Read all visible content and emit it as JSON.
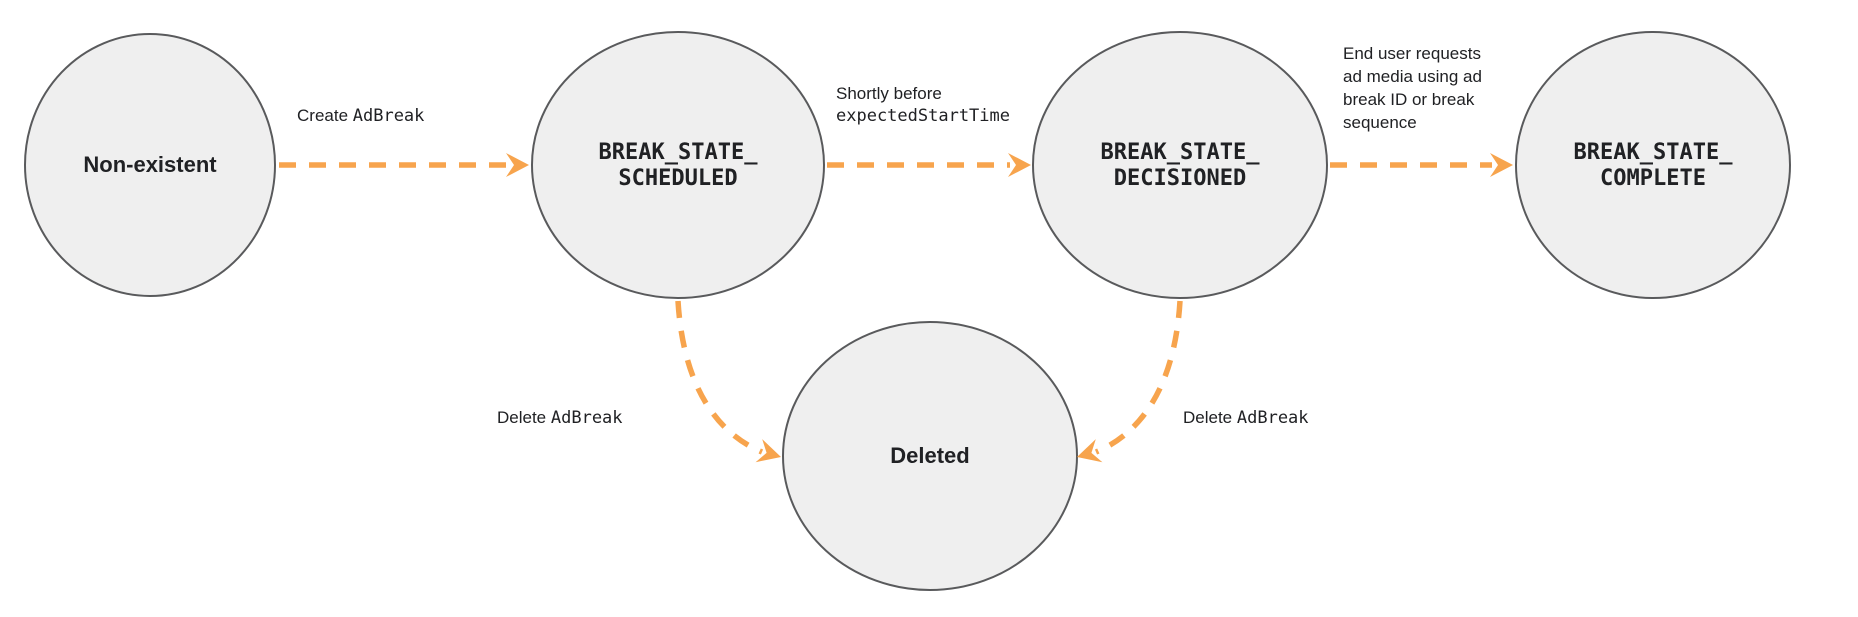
{
  "colors": {
    "node_fill": "#efefef",
    "node_border": "#595a5c",
    "arrow": "#f7a44d",
    "text": "#202124"
  },
  "nodes": [
    {
      "id": "non-existent",
      "label_lines": [
        "Non-existent"
      ]
    },
    {
      "id": "break-state-scheduled",
      "label_lines": [
        "BREAK_STATE_",
        "SCHEDULED"
      ]
    },
    {
      "id": "break-state-decisioned",
      "label_lines": [
        "BREAK_STATE_",
        "DECISIONED"
      ]
    },
    {
      "id": "break-state-complete",
      "label_lines": [
        "BREAK_STATE_",
        "COMPLETE"
      ]
    },
    {
      "id": "deleted",
      "label_lines": [
        "Deleted"
      ]
    }
  ],
  "transitions": [
    {
      "id": "create-adbreak",
      "from": "non-existent",
      "to": "break-state-scheduled",
      "label_prefix": "Create ",
      "label_code": "AdBreak"
    },
    {
      "id": "shortly-before-expected-start-time",
      "from": "break-state-scheduled",
      "to": "break-state-decisioned",
      "label_prefix": "Shortly before",
      "label_code": "expectedStartTime"
    },
    {
      "id": "end-user-requests-ad-media",
      "from": "break-state-decisioned",
      "to": "break-state-complete",
      "label_lines": [
        "End user requests",
        "ad media using ad",
        "break ID or break",
        "sequence"
      ]
    },
    {
      "id": "delete-adbreak-from-scheduled",
      "from": "break-state-scheduled",
      "to": "deleted",
      "label_prefix": "Delete ",
      "label_code": "AdBreak"
    },
    {
      "id": "delete-adbreak-from-decisioned",
      "from": "break-state-decisioned",
      "to": "deleted",
      "label_prefix": "Delete ",
      "label_code": "AdBreak"
    }
  ]
}
